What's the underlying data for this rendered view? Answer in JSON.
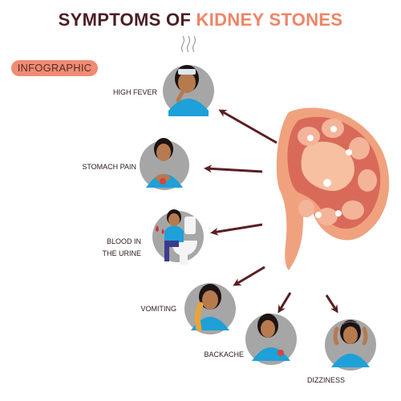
{
  "title": {
    "part1": "SYMPTOMS OF ",
    "part2": "KIDNEY STONES"
  },
  "badge": "INFOGRAPHIC",
  "symptoms": {
    "fever": "HIGH FEVER",
    "stomach": "STOMACH  PAIN",
    "blood_line1": "BLOOD IN",
    "blood_line2": "THE URINE",
    "vomiting": "VOMITING",
    "backache": "BACKACHE",
    "dizziness": "DIZZINESS"
  },
  "colors": {
    "title_dark": "#4a1f24",
    "title_accent": "#ef8467",
    "badge_bg": "#ef8c73",
    "arrow": "#5a1e22",
    "kidney_outer": "#f0a27f",
    "kidney_inner": "#d96a5a",
    "circle_bg": "#a6a6a6",
    "shirt": "#1ea0d8"
  },
  "icons": [
    "fever-person-icon",
    "stomach-pain-person-icon",
    "toilet-person-icon",
    "vomiting-person-icon",
    "backache-person-icon",
    "dizziness-person-icon",
    "kidney-icon"
  ]
}
